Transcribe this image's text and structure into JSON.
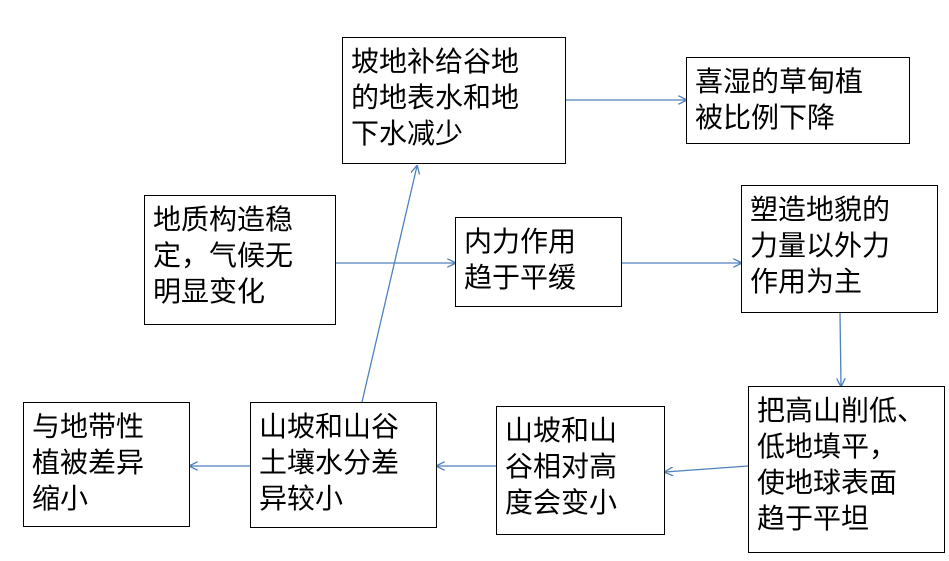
{
  "colors": {
    "arrow": "#4f81bd",
    "border": "#000000",
    "text": "#000000",
    "background": "#ffffff"
  },
  "nodes": {
    "slope_supply": {
      "lines": [
        "坡地补给谷地",
        "的地表水和地",
        "下水减少"
      ]
    },
    "meadow_decline": {
      "lines": [
        "喜湿的草甸植",
        "被比例下降"
      ]
    },
    "stable_geology": {
      "lines": [
        "地质构造稳",
        "定，气候无",
        "明显变化"
      ]
    },
    "internal_force": {
      "lines": [
        "内力作用",
        "趋于平缓"
      ]
    },
    "external_force": {
      "lines": [
        "塑造地貌的",
        "力量以外力",
        "作用为主"
      ]
    },
    "leveling": {
      "lines": [
        "把高山削低、",
        "低地填平，",
        "使地球表面",
        "趋于平坦"
      ]
    },
    "relative_height": {
      "lines": [
        "山坡和山",
        "谷相对高",
        "度会变小"
      ]
    },
    "soil_moisture": {
      "lines": [
        "山坡和山谷",
        "土壤水分差",
        "异较小"
      ]
    },
    "zonal_difference": {
      "lines": [
        "与地带性",
        "植被差异",
        "缩小"
      ]
    }
  }
}
